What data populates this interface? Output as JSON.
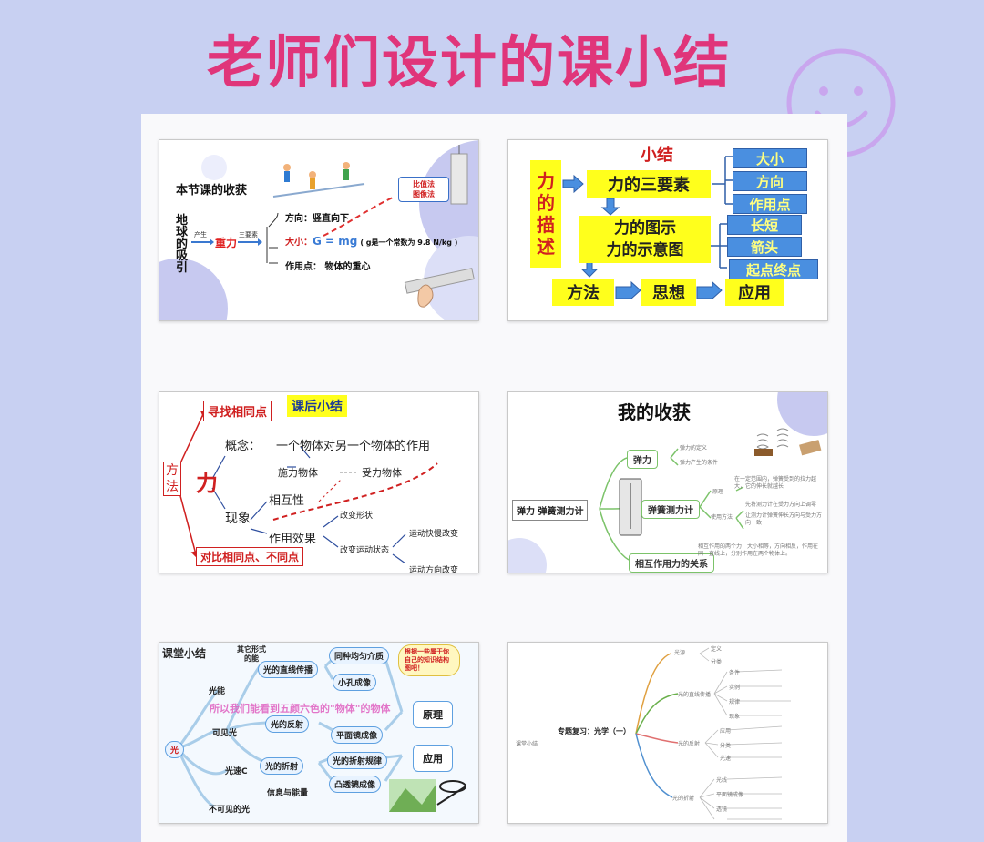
{
  "page_title": "老师们设计的课小结",
  "card1": {
    "title": "本节课的收获",
    "earth_chars": [
      "地",
      "球",
      "的",
      "吸",
      "引"
    ],
    "produce": "产生",
    "gravity": "重力",
    "three_elements": "三要素",
    "direction": "方向：竖直向下",
    "magnitude_label": "大小：",
    "formula": "G = mg",
    "formula_note": "( g是一个常数为 9.8 N/kg )",
    "point": "作用点：  物体的重心",
    "methods": [
      "比值法",
      "图像法"
    ]
  },
  "card2": {
    "heading": "小结",
    "left_chars": [
      "力",
      "的",
      "描",
      "述"
    ],
    "three_elements": "力的三要素",
    "magnitude": "大小",
    "direction": "方向",
    "action_point": "作用点",
    "diagram_line1": "力的图示",
    "diagram_line2": "力的示意图",
    "length": "长短",
    "arrow": "箭头",
    "start_end": "起点终点",
    "method": "方法",
    "thinking": "思想",
    "application": "应用"
  },
  "card3": {
    "find_same": "寻找相同点",
    "after_class": "课后小结",
    "method_chars": [
      "方",
      "法"
    ],
    "force": "力",
    "concept_label": "概念：",
    "concept": "一个物体对另一个物体的作用",
    "exerting": "施力物体",
    "receiving": "受力物体",
    "mutual": "相互性",
    "phenomenon": "现象",
    "effect": "作用效果",
    "change_shape": "改变形状",
    "change_motion": "改变运动状态",
    "speed_change": "运动快慢改变",
    "dir_change": "运动方向改变",
    "compare": "对比相同点、不同点"
  },
  "card4": {
    "title": "我的收获",
    "center": "弹力  弹簧测力计",
    "elastic": "弹力",
    "elastic_notes": [
      "弹力的定义",
      "弹力产生的条件"
    ],
    "meter": "弹簧测力计",
    "principle": "原理",
    "principle_note": "在一定范围内，弹簧受到的拉力越大，它的伸长就越长",
    "usage": "使用方法",
    "usage_notes": [
      "先将测力计在受力方向上调零",
      "让测力计弹簧伸长方向与受力方向一致"
    ],
    "mutual": "相互作用力的关系",
    "mutual_note": "相互作用的两个力：大小相等，方向相反，作用在同一直线上，分别作用在两个物体上。"
  },
  "card5": {
    "title": "课堂小结",
    "other_energy": "其它形式的能",
    "light_energy": "光能",
    "visible": "可见光",
    "light": "光",
    "speed": "光速C",
    "invisible": "不可见的光",
    "info": "信息与能量",
    "straight": "光的直线传播",
    "reflection": "光的反射",
    "refraction": "光的折射",
    "uniform": "同种均匀介质",
    "pinhole": "小孔成像",
    "plane_mirror": "平面镜成像",
    "refraction_law": "光的折射规律",
    "convex": "凸透镜成像",
    "principle": "原理",
    "application": "应用",
    "banner": "所以我们能看到五颜六色的\"物体\"的物体",
    "cloud_note": "根据一些属于你自己的知识结构图吧！"
  },
  "card6": {
    "center": "专题复习：光学（一）",
    "left_note": "课堂小结",
    "branches": [
      "光源",
      "光的直线传播",
      "光的反射",
      "光的折射"
    ],
    "tiny_notes": [
      "定义",
      "分类",
      "条件",
      "实例",
      "规律",
      "现象",
      "应用",
      "分类",
      "光速",
      "光线",
      "平面镜成像",
      "透镜"
    ]
  },
  "colors": {
    "title": "#e0357a",
    "background": "#c8d0f2"
  }
}
